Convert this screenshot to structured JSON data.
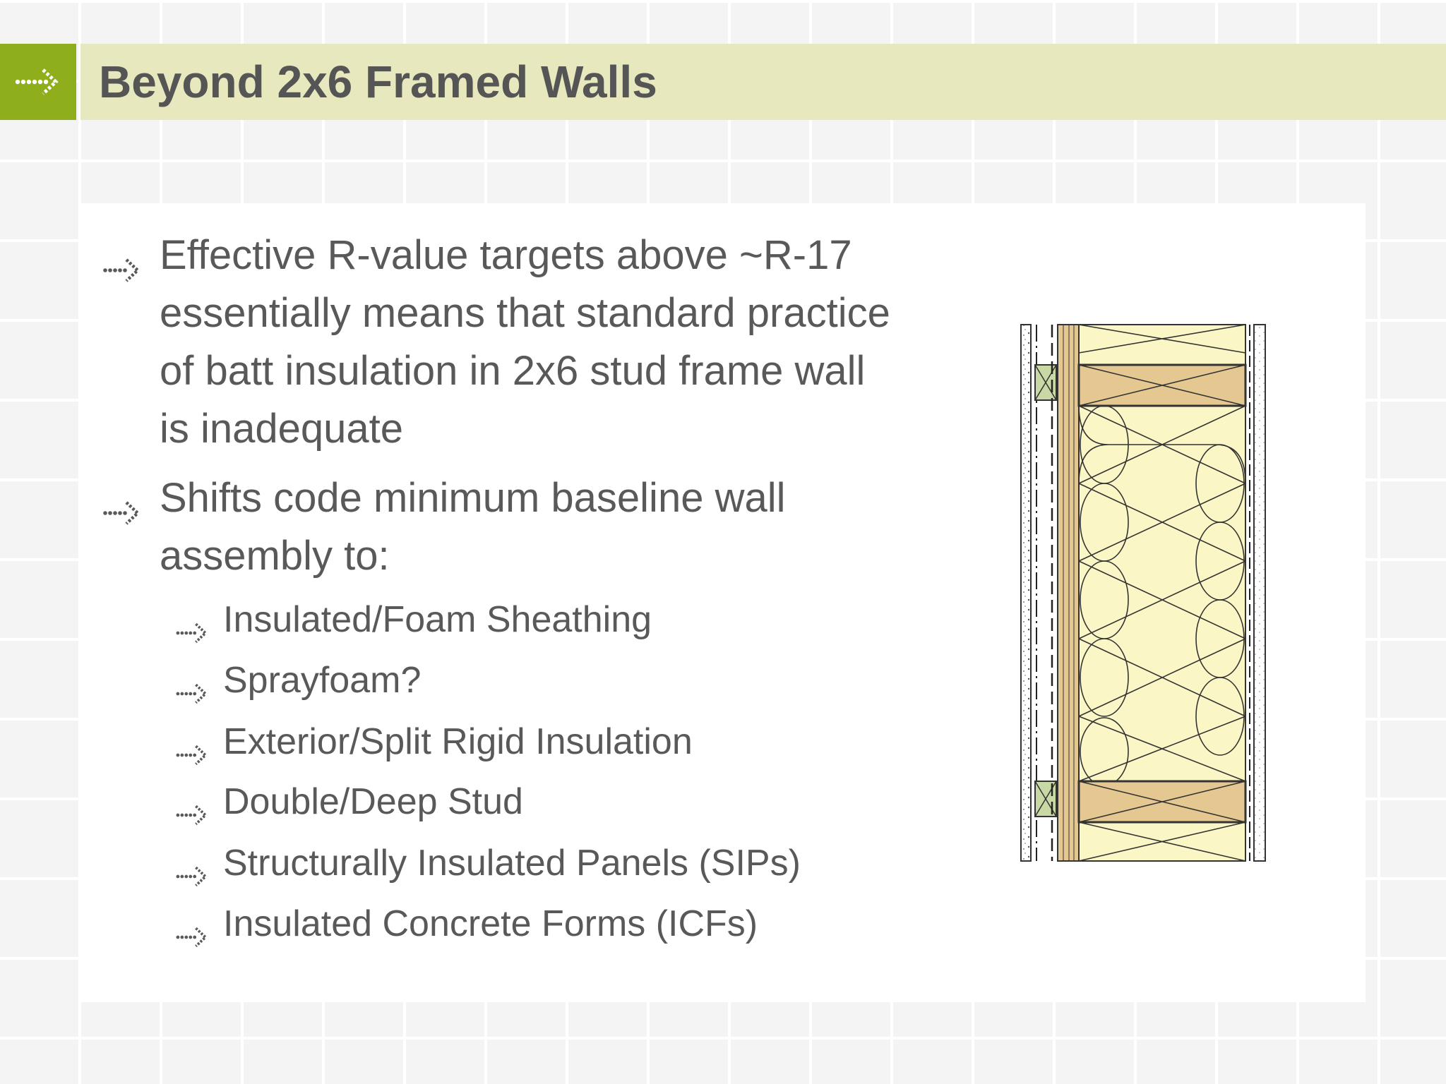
{
  "slide": {
    "title": "Beyond 2x6 Framed Walls",
    "bullets": [
      {
        "text": "Effective R-value targets above ~R-17 essentially means that standard practice of batt insulation in 2x6 stud frame wall is inadequate"
      },
      {
        "text": "Shifts code minimum baseline wall assembly to:"
      }
    ],
    "sub_bullets": [
      {
        "text": "Insulated/Foam Sheathing"
      },
      {
        "text": "Sprayfoam?"
      },
      {
        "text": "Exterior/Split Rigid Insulation"
      },
      {
        "text": "Double/Deep Stud"
      },
      {
        "text": "Structurally Insulated Panels (SIPs)"
      },
      {
        "text": "Insulated Concrete Forms (ICFs)"
      }
    ]
  },
  "colors": {
    "accent": "#8fae1b",
    "title_band": "#e7e8bd",
    "title_text": "#555555",
    "body_text": "#595959",
    "insulation": "#fbf6c5",
    "wood": "#e5c891"
  },
  "icons": {
    "title": "dotted-arrow-icon",
    "bullet": "dotted-arrow-icon"
  }
}
